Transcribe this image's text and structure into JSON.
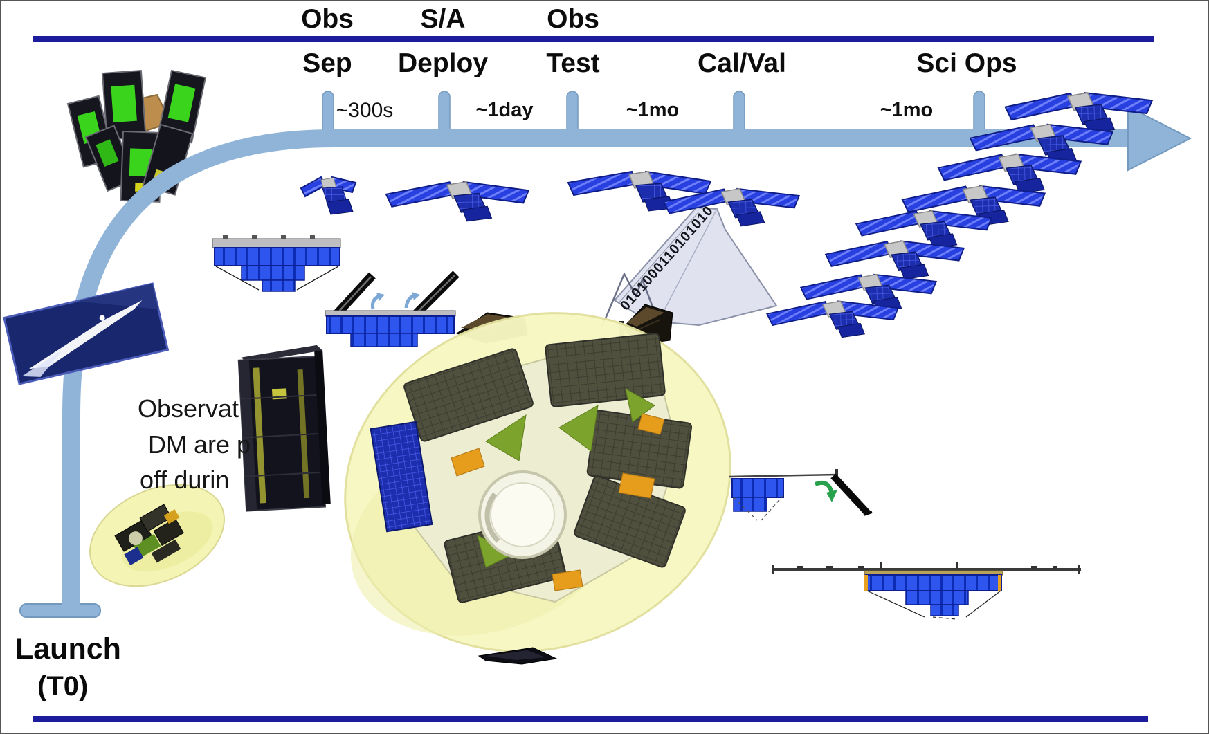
{
  "timeline": {
    "phases": [
      {
        "top": "Obs",
        "bottom": "Sep"
      },
      {
        "top": "S/A",
        "bottom": "Deploy"
      },
      {
        "top": "Obs",
        "bottom": "Test"
      },
      {
        "top": "",
        "bottom": "Cal/Val"
      },
      {
        "top": "",
        "bottom": "Sci Ops"
      }
    ],
    "durations": [
      "~300s",
      "~1day",
      "~1mo",
      "~1mo"
    ],
    "launch_line1": "Launch",
    "launch_line2": "(T0)"
  },
  "annotations": {
    "note_lines": [
      "Observat",
      "DM are p",
      "off durin"
    ],
    "downlink_binary": "0101000110101010"
  },
  "colors": {
    "timeline_blue": "#8FB4D8",
    "navy_rule": "#1C1C9C",
    "solar_panel_blue": "#2E55EE",
    "fairing_yellow": "#F7F7C2",
    "deploy_arrow_green": "#28A14C"
  },
  "icons": {
    "observatory_cluster": "stacked-deployer-with-smallsats",
    "launch_photo": "rocket-ascent-photo",
    "timeline_arrow": "mission-phase-arrow",
    "downlink_ribbon": "binary-data-downlink-ribbon",
    "payload_fairing": "observatory-stack-inside-fairing",
    "deployed_sat": "smallsat-with-solar-wings"
  }
}
